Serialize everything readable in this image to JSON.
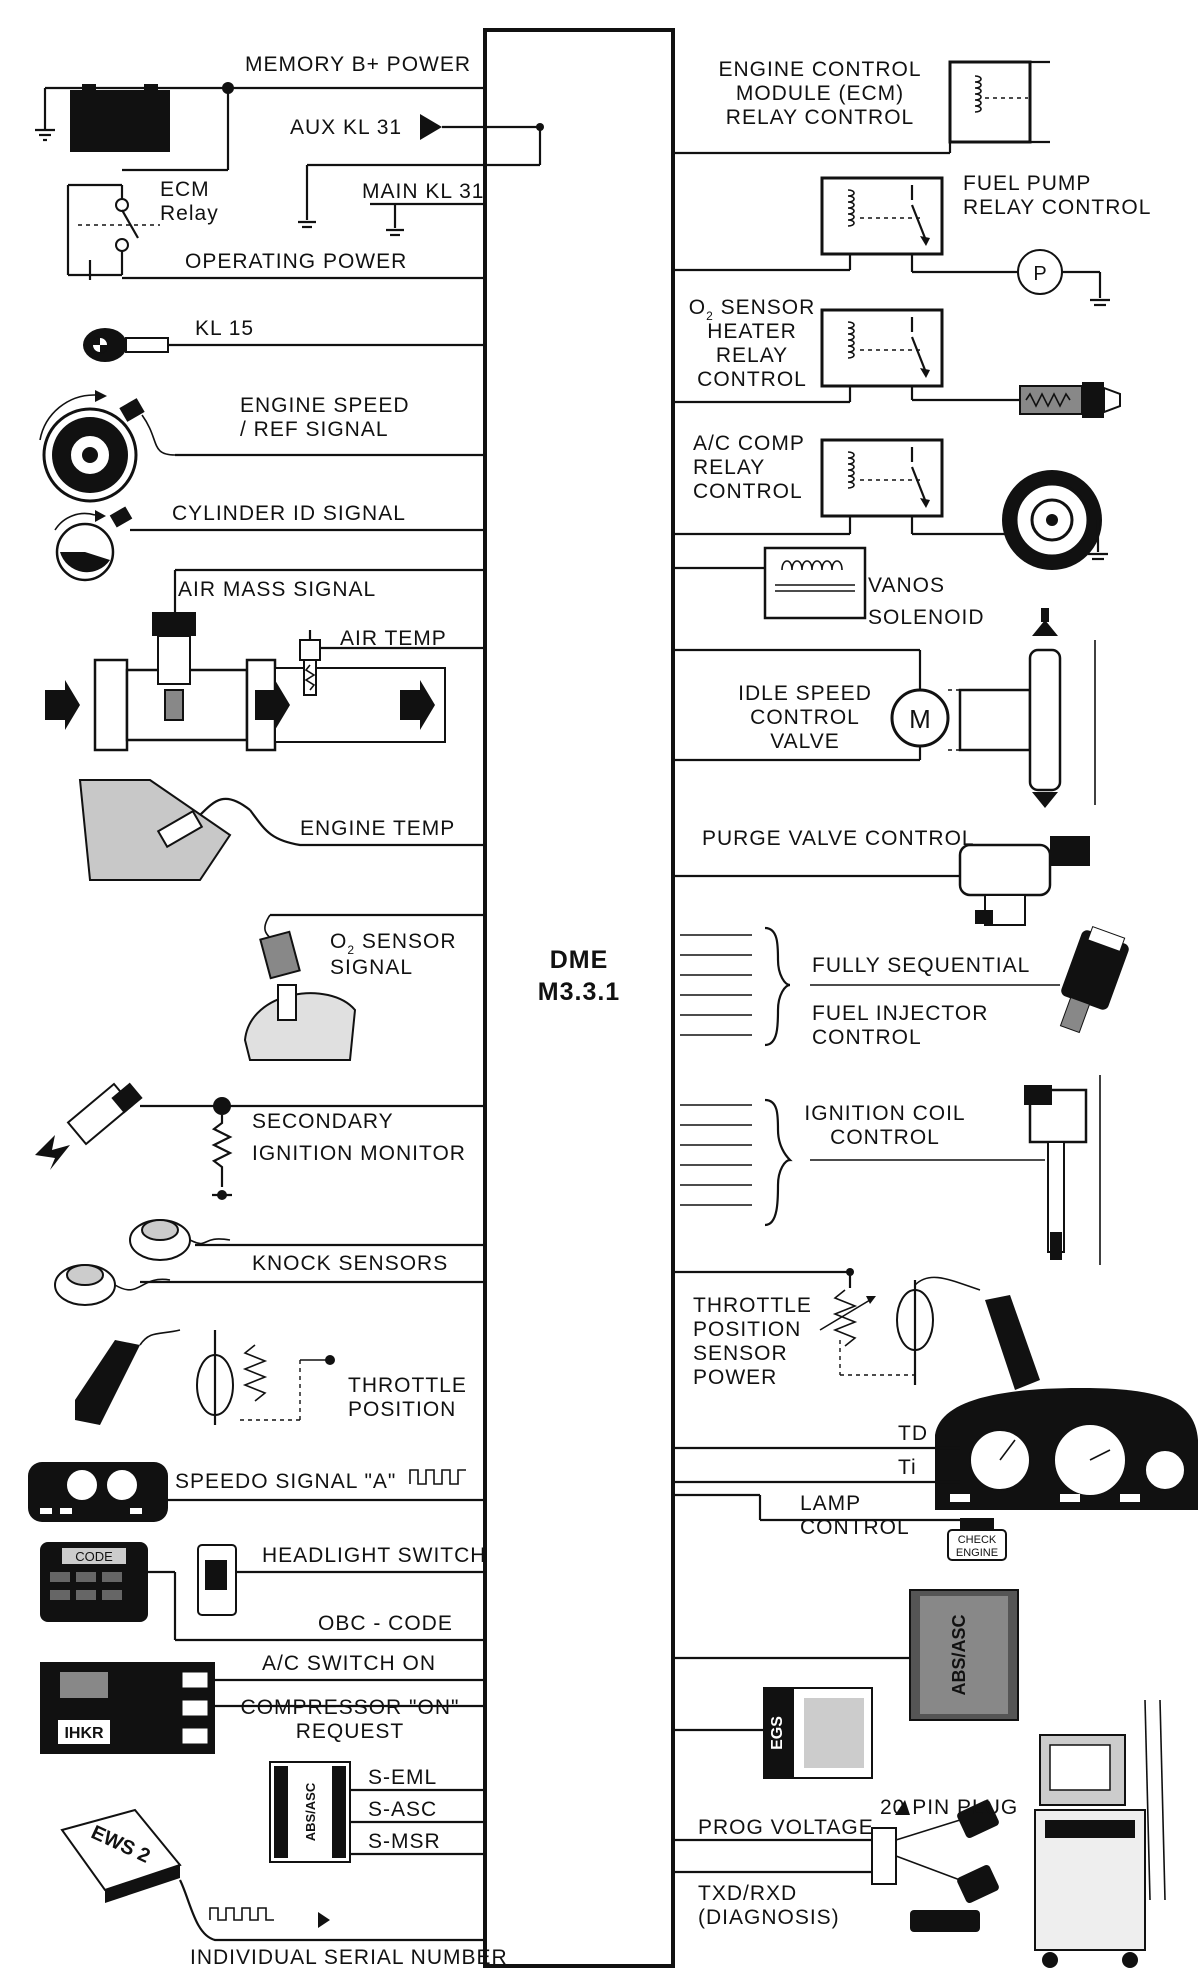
{
  "module": {
    "title": "DME",
    "model": "M3.3.1"
  },
  "left": {
    "memory_power": "MEMORY B+ POWER",
    "aux_kl31": "AUX KL 31",
    "main_kl31": "MAIN KL 31",
    "ecm_relay": [
      "ECM",
      "Relay"
    ],
    "operating_power": "OPERATING POWER",
    "kl15": "KL 15",
    "engine_speed": [
      "ENGINE SPEED",
      "/ REF SIGNAL"
    ],
    "cylinder_id": "CYLINDER ID SIGNAL",
    "air_mass": "AIR MASS SIGNAL",
    "air_temp": "AIR TEMP",
    "engine_temp": "ENGINE TEMP",
    "o2_signal": [
      "O",
      "2",
      " SENSOR",
      "SIGNAL"
    ],
    "secondary_ignition": [
      "SECONDARY",
      "IGNITION MONITOR"
    ],
    "knock_sensors": "KNOCK SENSORS",
    "throttle_position": [
      "THROTTLE",
      "POSITION"
    ],
    "speedo_signal": "SPEEDO SIGNAL \"A\"",
    "headlight_switch": "HEADLIGHT SWITCH",
    "obc_code": "OBC - CODE",
    "code_label": "CODE",
    "ac_switch": "A/C SWITCH ON",
    "compressor_request": [
      "COMPRESSOR \"ON\"",
      "REQUEST"
    ],
    "ihkr": "IHKR",
    "s_eml": "S-EML",
    "s_asc": "S-ASC",
    "s_msr": "S-MSR",
    "abs_asc": "ABS/ASC",
    "ews": "EWS 2",
    "serial_number": "INDIVIDUAL SERIAL NUMBER"
  },
  "right": {
    "ecm_relay_control": [
      "ENGINE CONTROL",
      "MODULE (ECM)",
      "RELAY CONTROL"
    ],
    "fuel_pump": [
      "FUEL PUMP",
      "RELAY CONTROL"
    ],
    "pump_symbol": "P",
    "o2_heater": [
      "O",
      "2",
      " SENSOR",
      "HEATER",
      "RELAY",
      "CONTROL"
    ],
    "ac_comp": [
      "A/C COMP",
      "RELAY",
      "CONTROL"
    ],
    "vanos": [
      "VANOS",
      "SOLENOID"
    ],
    "idle_speed": [
      "IDLE SPEED",
      "CONTROL",
      "VALVE"
    ],
    "motor_symbol": "M",
    "purge_valve": "PURGE VALVE CONTROL",
    "fully_sequential": "FULLY SEQUENTIAL",
    "fuel_injector": [
      "FUEL INJECTOR",
      "CONTROL"
    ],
    "ignition_coil": [
      "IGNITION COIL",
      "CONTROL"
    ],
    "tps_power": [
      "THROTTLE",
      "POSITION",
      "SENSOR",
      "POWER"
    ],
    "td": "TD",
    "ti": "Ti",
    "lamp_control": [
      "LAMP",
      "CONTROL"
    ],
    "check_engine": [
      "CHECK",
      "ENGINE"
    ],
    "abs_asc": "ABS/ASC",
    "egs": "EGS",
    "plug": "20 PIN PLUG",
    "prog_voltage": "PROG VOLTAGE",
    "txd_rxd": [
      "TXD/RXD",
      "(DIAGNOSIS)"
    ]
  }
}
